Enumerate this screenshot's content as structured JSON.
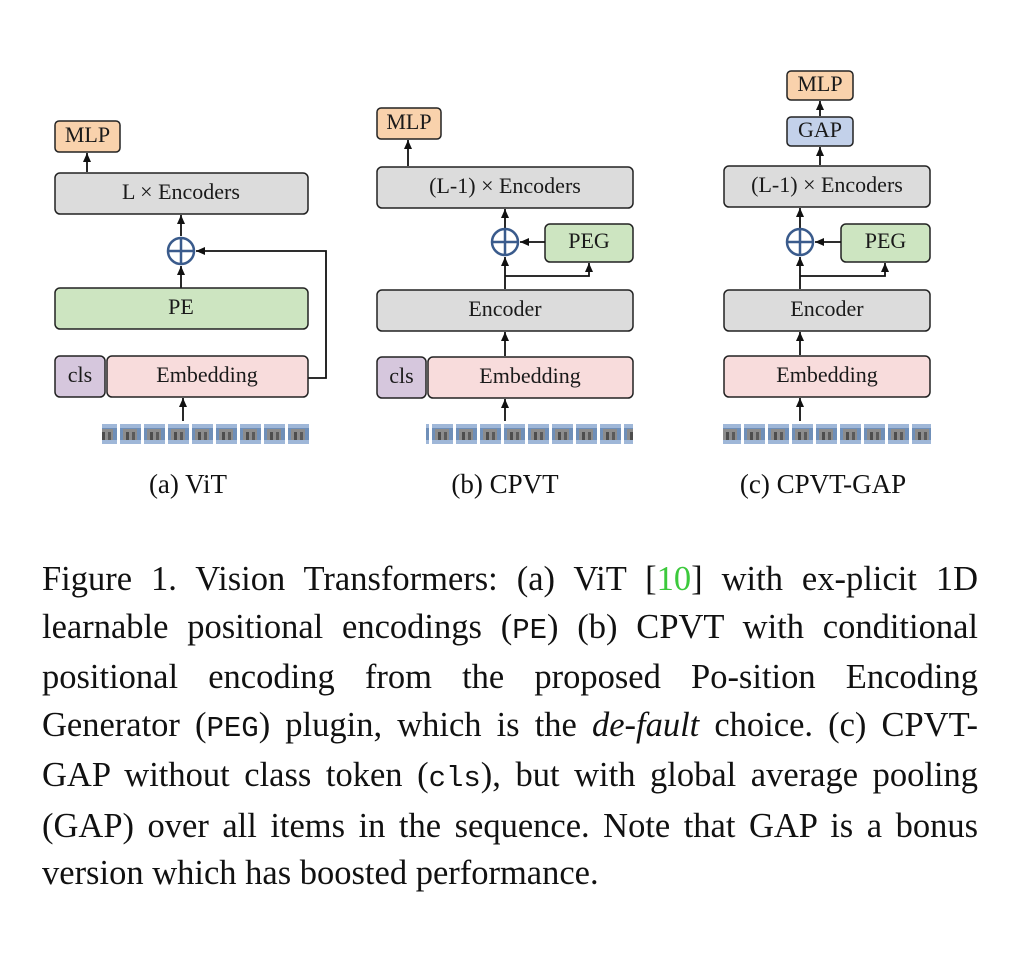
{
  "panels": {
    "vit": {
      "subcaption": "(a)  ViT",
      "mlp": "MLP",
      "encoders": "L × Encoders",
      "pe": "PE",
      "cls": "cls",
      "embedding": "Embedding"
    },
    "cpvt": {
      "subcaption": "(b)  CPVT",
      "mlp": "MLP",
      "encoders": "(L-1) × Encoders",
      "peg": "PEG",
      "encoder": "Encoder",
      "cls": "cls",
      "embedding": "Embedding"
    },
    "cpvt_gap": {
      "subcaption": "(c)  CPVT-GAP",
      "mlp": "MLP",
      "gap": "GAP",
      "encoders": "(L-1) × Encoders",
      "peg": "PEG",
      "encoder": "Encoder",
      "embedding": "Embedding"
    }
  },
  "colors": {
    "mlp": "#f9d2ac",
    "gap": "#c3d1ea",
    "encoder": "#dcdcdc",
    "pe": "#cde5c1",
    "embedding": "#f8dcdc",
    "cls": "#d6c7dd",
    "plus": "#3a5b8c"
  },
  "caption": {
    "label": "Figure 1.",
    "t1": "Vision Transformers: (a) ViT [",
    "ref": "10",
    "t2": "] with ex-plicit 1D learnable positional encodings (",
    "pe_code": "PE",
    "t3": ") (b) CPVT with conditional positional encoding from the proposed Po-sition Encoding Generator (",
    "peg_code": "PEG",
    "t4": ") plugin, which is the ",
    "default_italic": "de-fault",
    "t5": " choice. (c) CPVT-GAP without class token (",
    "cls_code": "cls",
    "t6": "), but with global average pooling (GAP) over all items in the sequence.  Note that GAP is a bonus version which has boosted performance."
  }
}
